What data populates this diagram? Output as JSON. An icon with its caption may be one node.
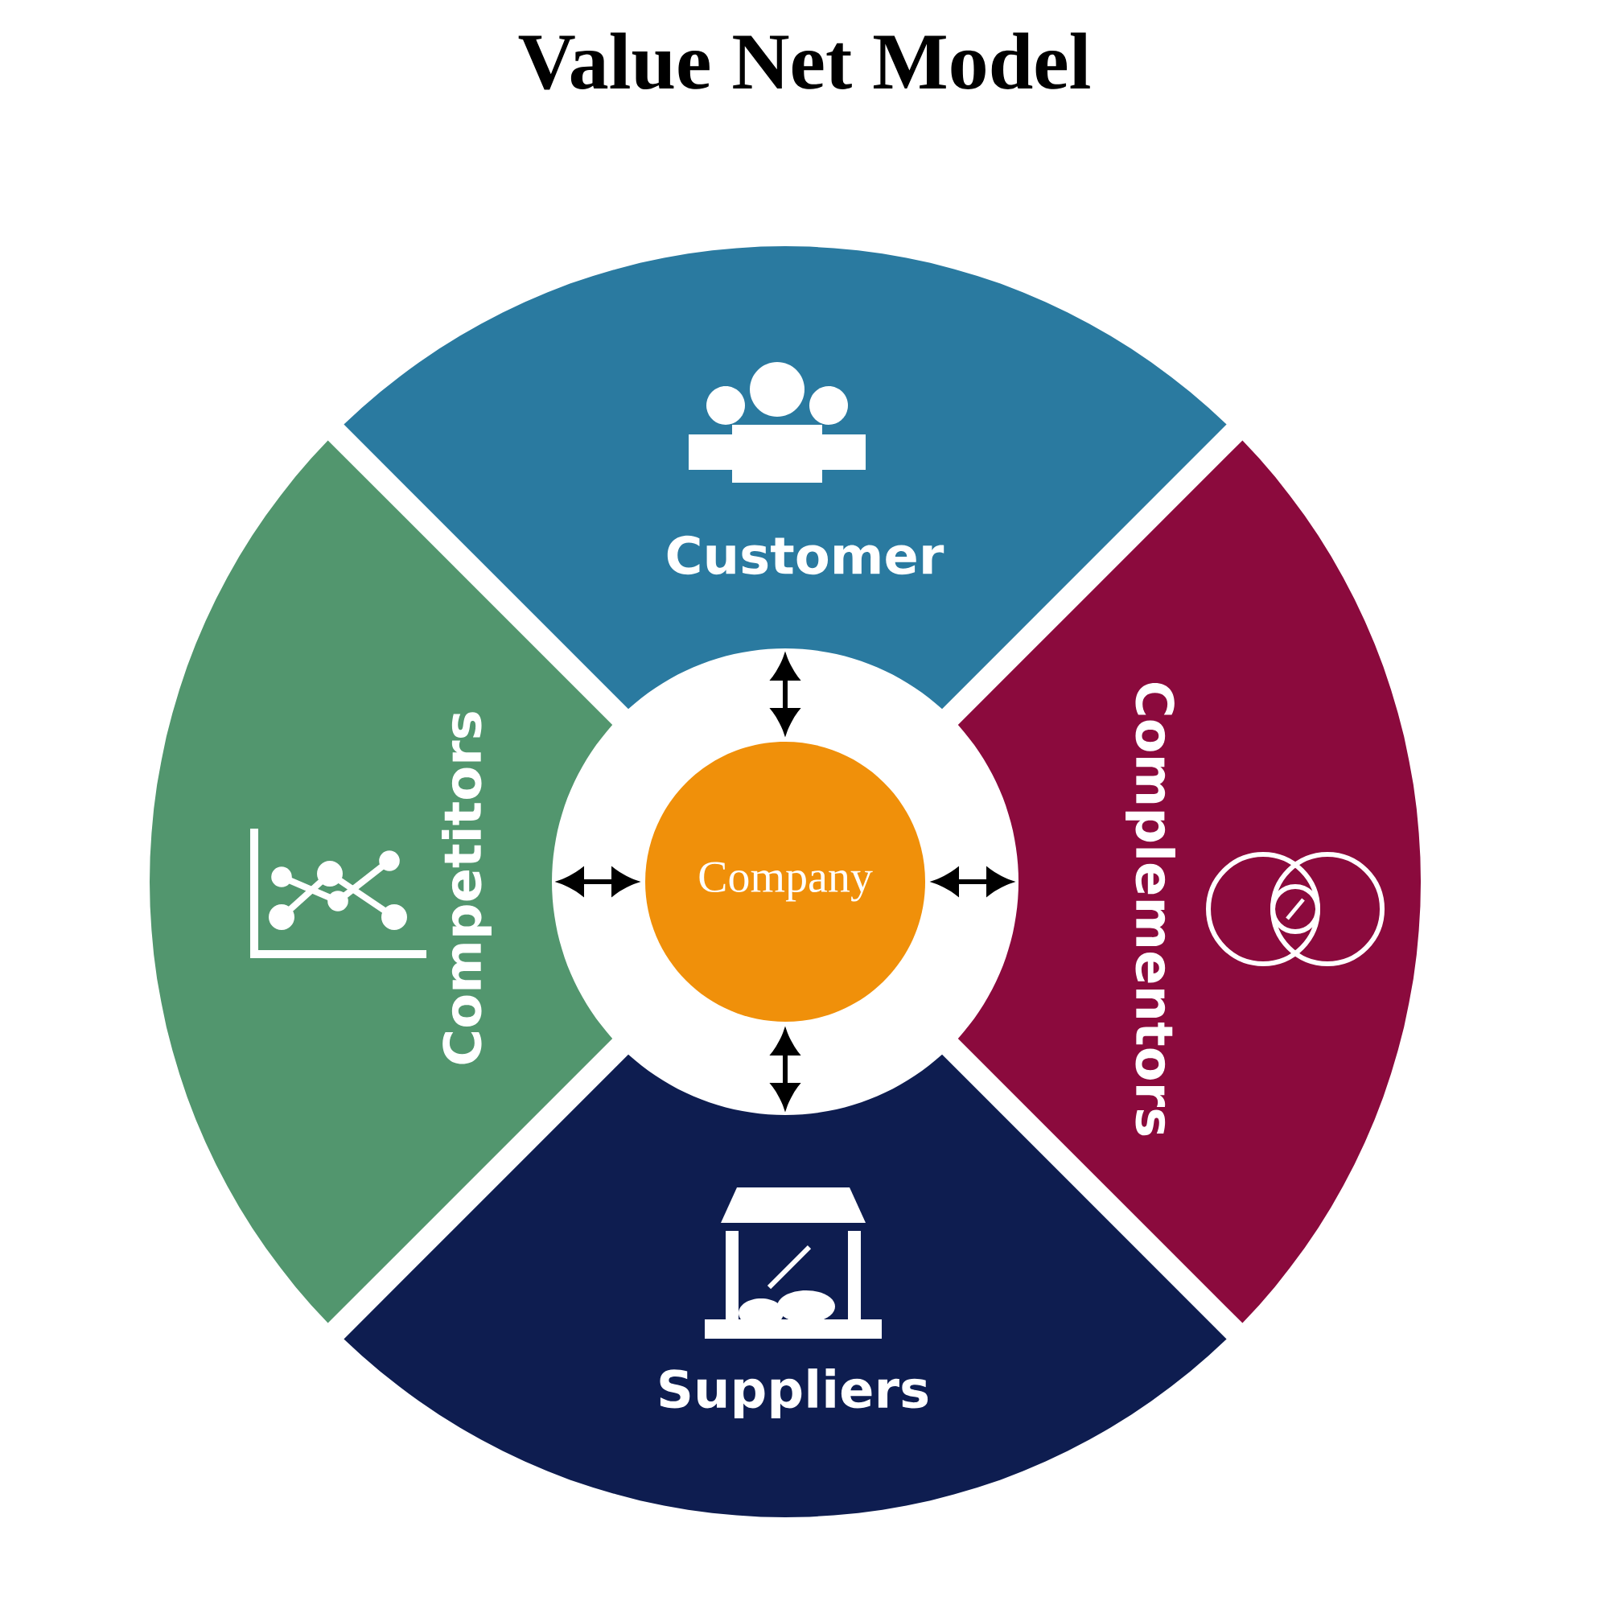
{
  "diagram": {
    "title": "Value Net Model",
    "nodes": [
      {
        "text": [
          "Company"
        ]
      },
      {
        "text": [
          "Customer"
        ]
      },
      {
        "text": [
          "Complementors"
        ]
      },
      {
        "text": [
          "Suppliers"
        ]
      },
      {
        "text": [
          "Competitors"
        ]
      }
    ],
    "edges": [
      {
        "from": 0,
        "to": 1,
        "arrow": "both"
      },
      {
        "from": 0,
        "to": 2,
        "arrow": "both"
      },
      {
        "from": 0,
        "to": 3,
        "arrow": "both"
      },
      {
        "from": 0,
        "to": 4,
        "arrow": "both"
      }
    ]
  }
}
